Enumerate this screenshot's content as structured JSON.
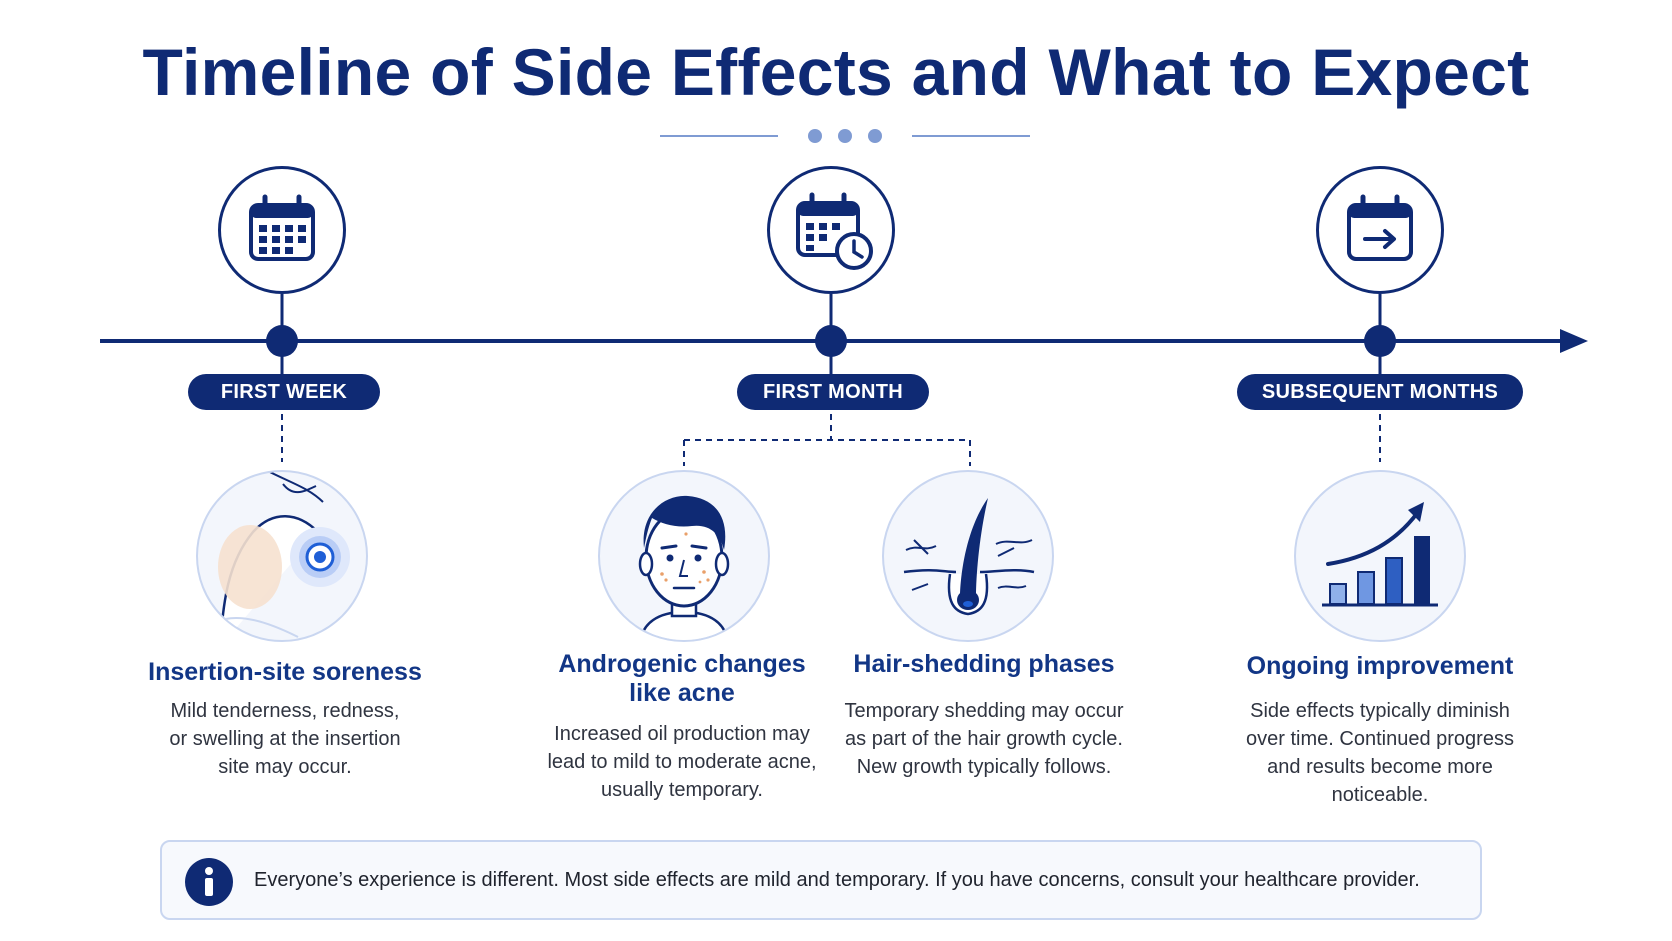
{
  "title": "Timeline of Side Effects and What to Expect",
  "colors": {
    "navy": "#0f2a74",
    "accent": "#1f5fd6",
    "light": "#c9d6f0"
  },
  "timeline": [
    {
      "label": "FIRST WEEK",
      "icon": "calendar-icon",
      "items": [
        {
          "heading": "Insertion-site soreness",
          "description": [
            "Mild tenderness, redness,",
            "or swelling at the insertion",
            "site may occur."
          ],
          "illustration": "shoulder-soreness-illustration"
        }
      ]
    },
    {
      "label": "FIRST MONTH",
      "icon": "calendar-clock-icon",
      "items": [
        {
          "heading": [
            "Androgenic changes",
            "like acne"
          ],
          "description": [
            "Increased oil production may",
            "lead to mild to moderate acne,",
            "usually temporary."
          ],
          "illustration": "face-acne-illustration"
        },
        {
          "heading": "Hair-shedding phases",
          "description": [
            "Temporary shedding may occur",
            "as part of the hair growth cycle.",
            "New growth typically follows."
          ],
          "illustration": "hair-follicle-illustration"
        }
      ]
    },
    {
      "label": "SUBSEQUENT MONTHS",
      "icon": "calendar-arrow-icon",
      "items": [
        {
          "heading": "Ongoing improvement",
          "description": [
            "Side effects typically diminish",
            "over time. Continued progress",
            "and results become more",
            "noticeable."
          ],
          "illustration": "growth-chart-illustration"
        }
      ]
    }
  ],
  "note": {
    "icon": "info-icon",
    "text": "Everyone’s experience is different. Most side effects are mild and temporary. If you have concerns, consult your healthcare provider."
  }
}
